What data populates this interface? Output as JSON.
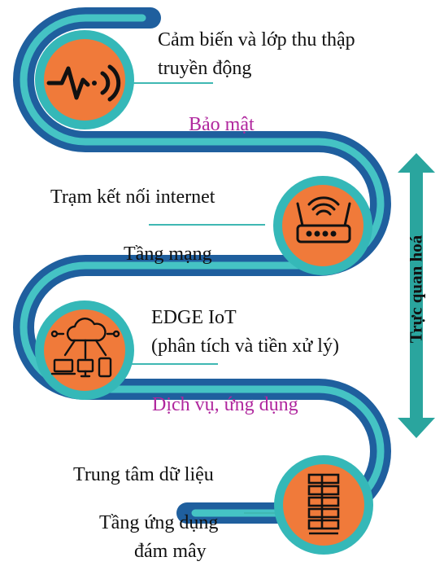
{
  "colors": {
    "outer_path": "#1f5f9e",
    "inner_band": "#45c3c4",
    "circle_fill": "#f07a3a",
    "circle_ring": "#35b8b8",
    "magenta_text": "#b0279e",
    "arrow": "#2aa59e"
  },
  "layers": [
    {
      "title": "Cảm biến và lớp thu thập",
      "title2": "truyền động",
      "icon": "signal-pulse-icon"
    },
    {
      "title": "Trạm kết nối internet",
      "sublabel": "Tầng mạng",
      "icon": "wifi-router-icon"
    },
    {
      "title": "EDGE IoT",
      "title2": "(phân tích và tiền xử lý)",
      "icon": "cloud-devices-icon"
    },
    {
      "title": "Trung tâm dữ liệu",
      "sublabel": "Tầng ứng dụng",
      "sublabel2": "đám mây",
      "icon": "server-rack-icon"
    }
  ],
  "between": {
    "security": "Bảo mật",
    "services": "Dịch vụ, ứng dụng"
  },
  "side_axis": "Trực quan hoá"
}
